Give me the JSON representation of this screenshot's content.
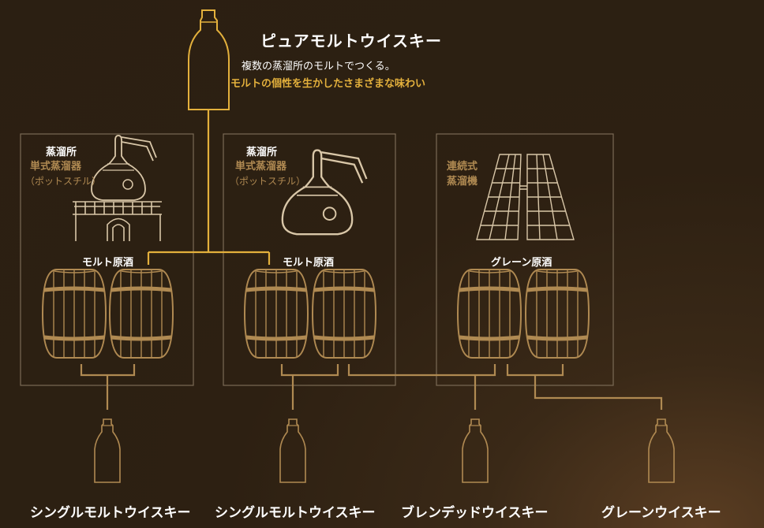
{
  "top": {
    "title": "ピュアモルトウイスキー",
    "desc_line1": "複数の蒸溜所のモルトでつくる。",
    "desc_line2": "モルトの個性を生かしたさまざまな味わい"
  },
  "boxes": [
    {
      "head": "蒸溜所",
      "sub1": "単式蒸溜器",
      "sub2": "（ポットスチル）",
      "spirit": "モルト原酒"
    },
    {
      "head": "蒸溜所",
      "sub1": "単式蒸溜器",
      "sub2": "（ポットスチル）",
      "spirit": "モルト原酒"
    },
    {
      "head": "",
      "sub1": "連続式",
      "sub2": "蒸溜機",
      "spirit": "グレーン原酒"
    }
  ],
  "bottom_labels": [
    "シングルモルトウイスキー",
    "シングルモルトウイスキー",
    "ブレンデッドウイスキー",
    "グレーンウイスキー"
  ],
  "colors": {
    "background": "#2b1f12",
    "gold_line": "#e3b03c",
    "tan_line": "#b08a52",
    "frame": "#7a6a55"
  },
  "icons": [
    "bottle-icon",
    "pot-still-icon",
    "column-still-icon",
    "barrel-icon"
  ]
}
